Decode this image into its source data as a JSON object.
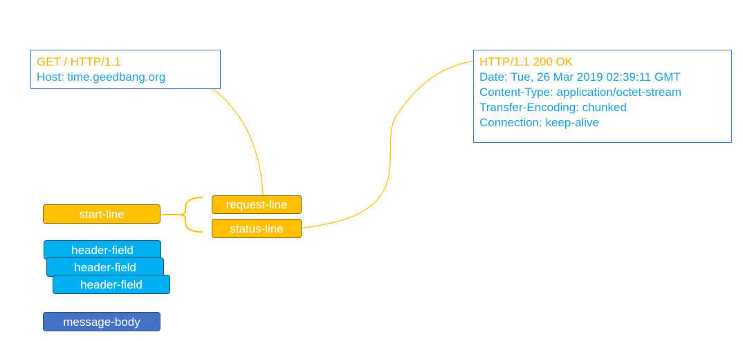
{
  "request_box": {
    "line1": "GET / HTTP/1.1",
    "line2": "Host: time.geedbang.org"
  },
  "response_box": {
    "line1": "HTTP/1.1 200 OK",
    "line2": "Date: Tue, 26 Mar 2019 02:39:11 GMT",
    "line3": "Content-Type: application/octet-stream",
    "line4": "Transfer-Encoding: chunked",
    "line5": "Connection: keep-alive"
  },
  "nodes": {
    "start_line": "start-line",
    "request_line": "request-line",
    "status_line": "status-line",
    "header_field_1": "header-field",
    "header_field_2": "header-field",
    "header_field_3": "header-field",
    "message_body": "message-body"
  },
  "colors": {
    "highlight": "#ffc000",
    "text": "#1e9fe0",
    "border": "#4472c4",
    "header_field": "#00b0f0",
    "message_body": "#4472c4"
  }
}
